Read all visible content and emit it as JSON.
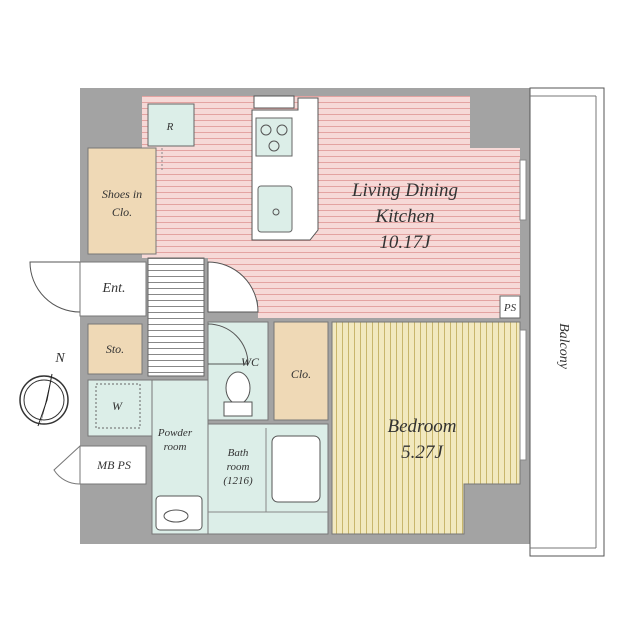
{
  "rooms": {
    "ldk": {
      "name_line1": "Living Dining",
      "name_line2": "Kitchen",
      "size": "10.17J"
    },
    "bedroom": {
      "name": "Bedroom",
      "size": "5.27J"
    },
    "shoes": {
      "line1": "Shoes in",
      "line2": "Clo."
    },
    "entrance": {
      "name": "Ent."
    },
    "storage": {
      "name": "Sto."
    },
    "wc": {
      "name": "WC"
    },
    "closet": {
      "name": "Clo."
    },
    "washer": {
      "name": "W"
    },
    "powder": {
      "line1": "Powder",
      "line2": "room"
    },
    "bath": {
      "line1": "Bath",
      "line2": "room",
      "line3": "(1216)"
    },
    "refrigerator": {
      "name": "R"
    },
    "pipe_space": {
      "name": "PS"
    },
    "meter_box": {
      "name": "MB  PS"
    },
    "balcony": {
      "name": "Balcony"
    }
  },
  "compass": {
    "label": "N"
  },
  "colors": {
    "wall": "#a0a0a0",
    "ldk_fill": "#f4d4d2",
    "ldk_stripe": "#e6a8a6",
    "bedroom_fill": "#f0e6b8",
    "bedroom_stripe": "#c9b870",
    "closet_fill": "#efd9b6",
    "wet_fill": "#dceee8",
    "hall_fill": "#ffffff"
  }
}
